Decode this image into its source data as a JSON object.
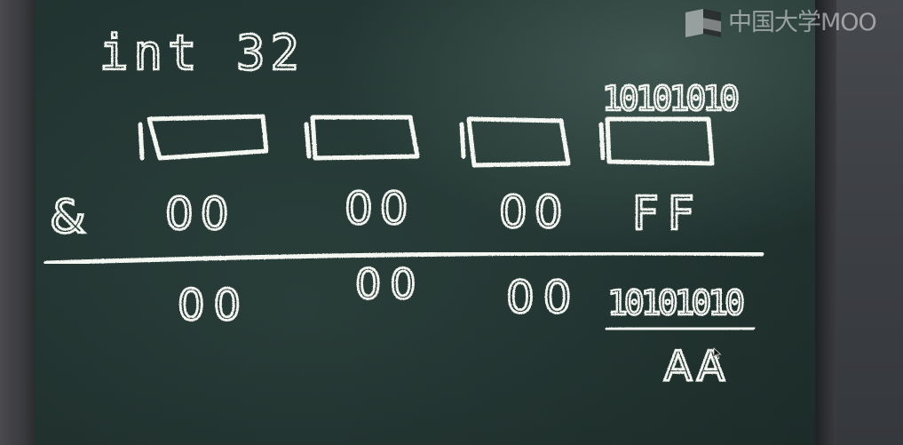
{
  "watermark": {
    "text": "中国大学MOO",
    "icon": "mooc-logo-icon"
  },
  "board": {
    "heading": "int 32",
    "bytes": [
      {
        "index": 0,
        "label": "byte-box-1"
      },
      {
        "index": 1,
        "label": "byte-box-2"
      },
      {
        "index": 2,
        "label": "byte-box-3"
      },
      {
        "index": 3,
        "label": "byte-box-4",
        "bits_above": "10101010"
      }
    ],
    "operator": "&",
    "mask": [
      "00",
      "00",
      "00",
      "FF"
    ],
    "result": [
      "00",
      "00",
      "00",
      "10101010"
    ],
    "final_hex": "AA"
  },
  "colors": {
    "board": "#2b403c",
    "chalk": "#f4f6f2",
    "frame": "#3a3b3e"
  }
}
